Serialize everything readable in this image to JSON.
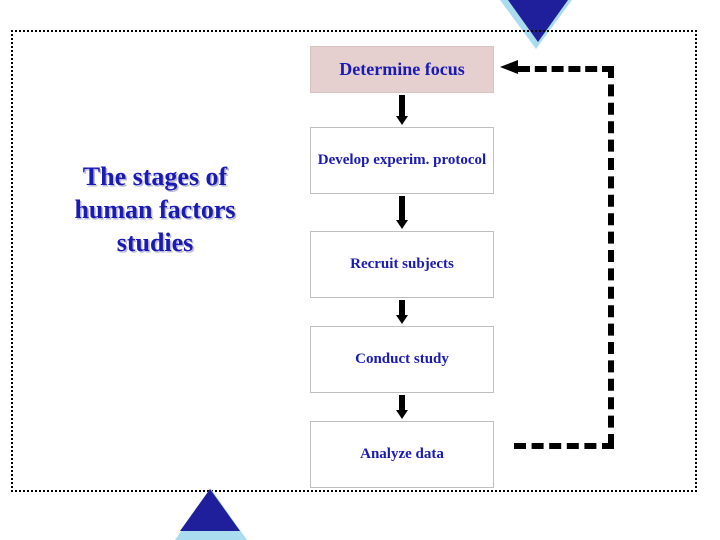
{
  "slide": {
    "title": "The stages of human factors studies",
    "title_lines": [
      "The stages of",
      "human factors",
      "studies"
    ],
    "accent_color": "#1a1ab4",
    "highlight_box_color": "#e5cfcf",
    "triangle_dark_color": "#1f1f9c",
    "triangle_light_color": "#aadcf0"
  },
  "flow": {
    "steps": [
      {
        "label": "Determine focus",
        "highlighted": true
      },
      {
        "label": "Develop experim. protocol",
        "highlighted": false
      },
      {
        "label": "Recruit subjects",
        "highlighted": false
      },
      {
        "label": "Conduct study",
        "highlighted": false
      },
      {
        "label": "Analyze data",
        "highlighted": false
      }
    ],
    "feedback_loop": {
      "from": "Analyze data",
      "to": "Determine focus",
      "style": "dashed"
    }
  }
}
